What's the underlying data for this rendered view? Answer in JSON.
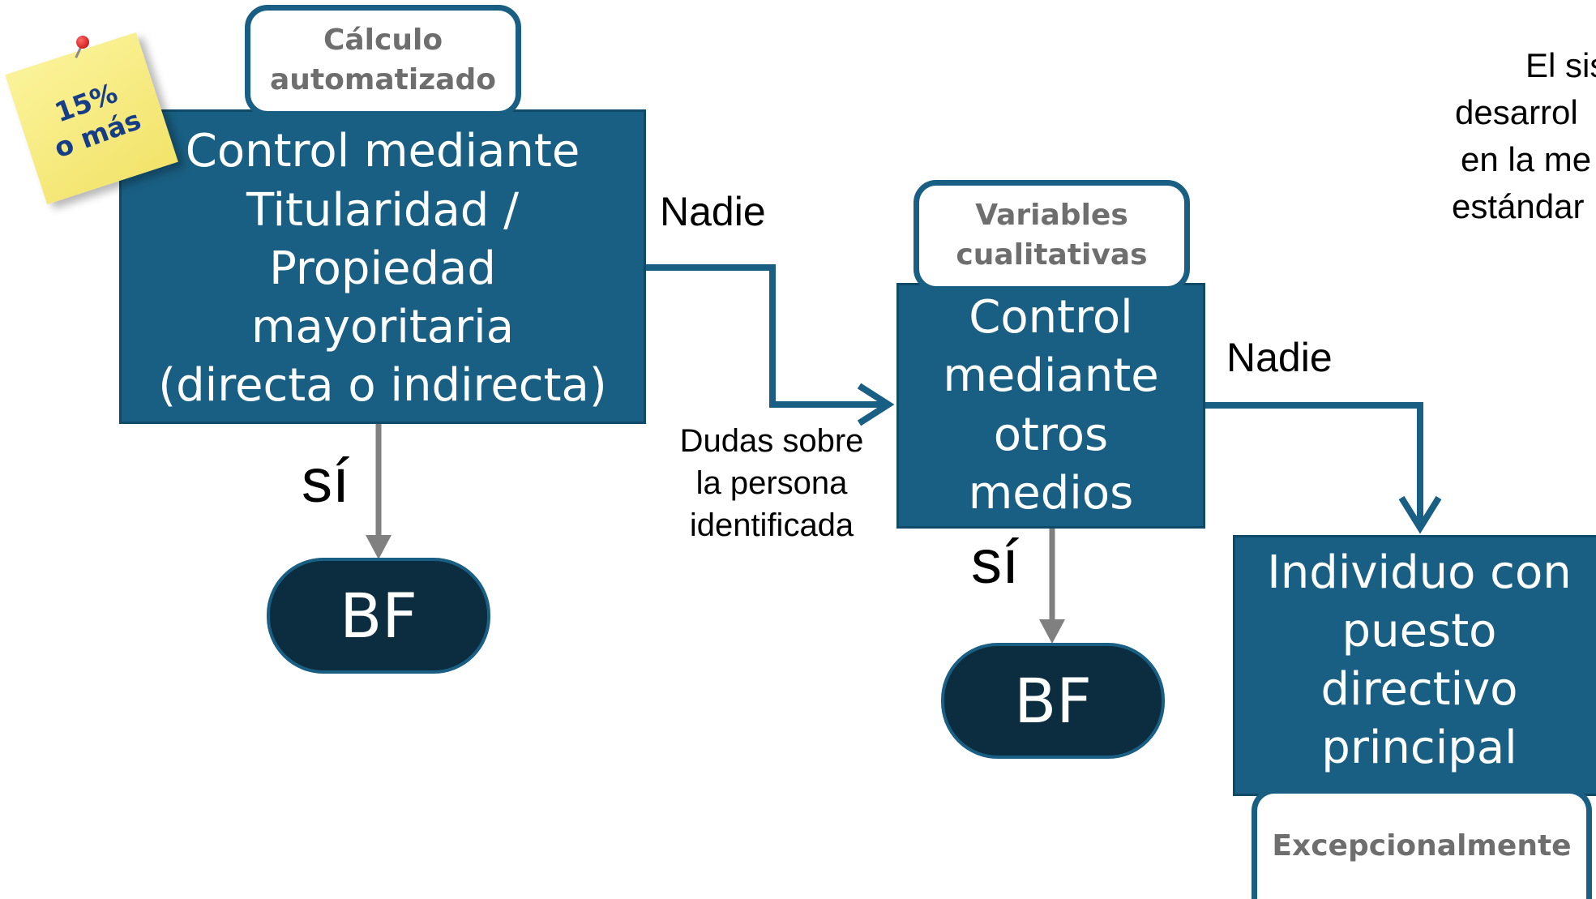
{
  "colors": {
    "box_fill": "#195f83",
    "box_border": "#0f4a68",
    "terminal_fill": "#0c2d3f",
    "arrow_blue": "#195f83",
    "arrow_gray": "#808080",
    "tag_text": "#6e6e6e",
    "sticky_note": "#f6ea7c",
    "sticky_text": "#163d86"
  },
  "sticky_note": {
    "text": "15%\no más",
    "icon": "pushpin-icon"
  },
  "nodes": {
    "control_ownership": {
      "tag": "Cálculo\nautomatizado",
      "text": "Control mediante\nTitularidad /\nPropiedad\nmayoritaria\n(directa o indirecta)"
    },
    "control_other": {
      "tag": "Variables\ncualitativas",
      "text": "Control\nmediante\notros\nmedios"
    },
    "senior_official": {
      "text": "Individuo con\npuesto\ndirectivo\nprincipal",
      "tag": "Excepcionalmente"
    },
    "bf_1": {
      "text": "BF"
    },
    "bf_2": {
      "text": "BF"
    }
  },
  "edge_labels": {
    "nadie_1": "Nadie",
    "nadie_2": "Nadie",
    "si_1": "sí",
    "si_2": "sí",
    "dudas": "Dudas sobre\nla persona\nidentificada"
  },
  "side_note": {
    "line1": "El sis",
    "line2": "desarrol",
    "line3": "en la me",
    "line4": "estándar"
  }
}
